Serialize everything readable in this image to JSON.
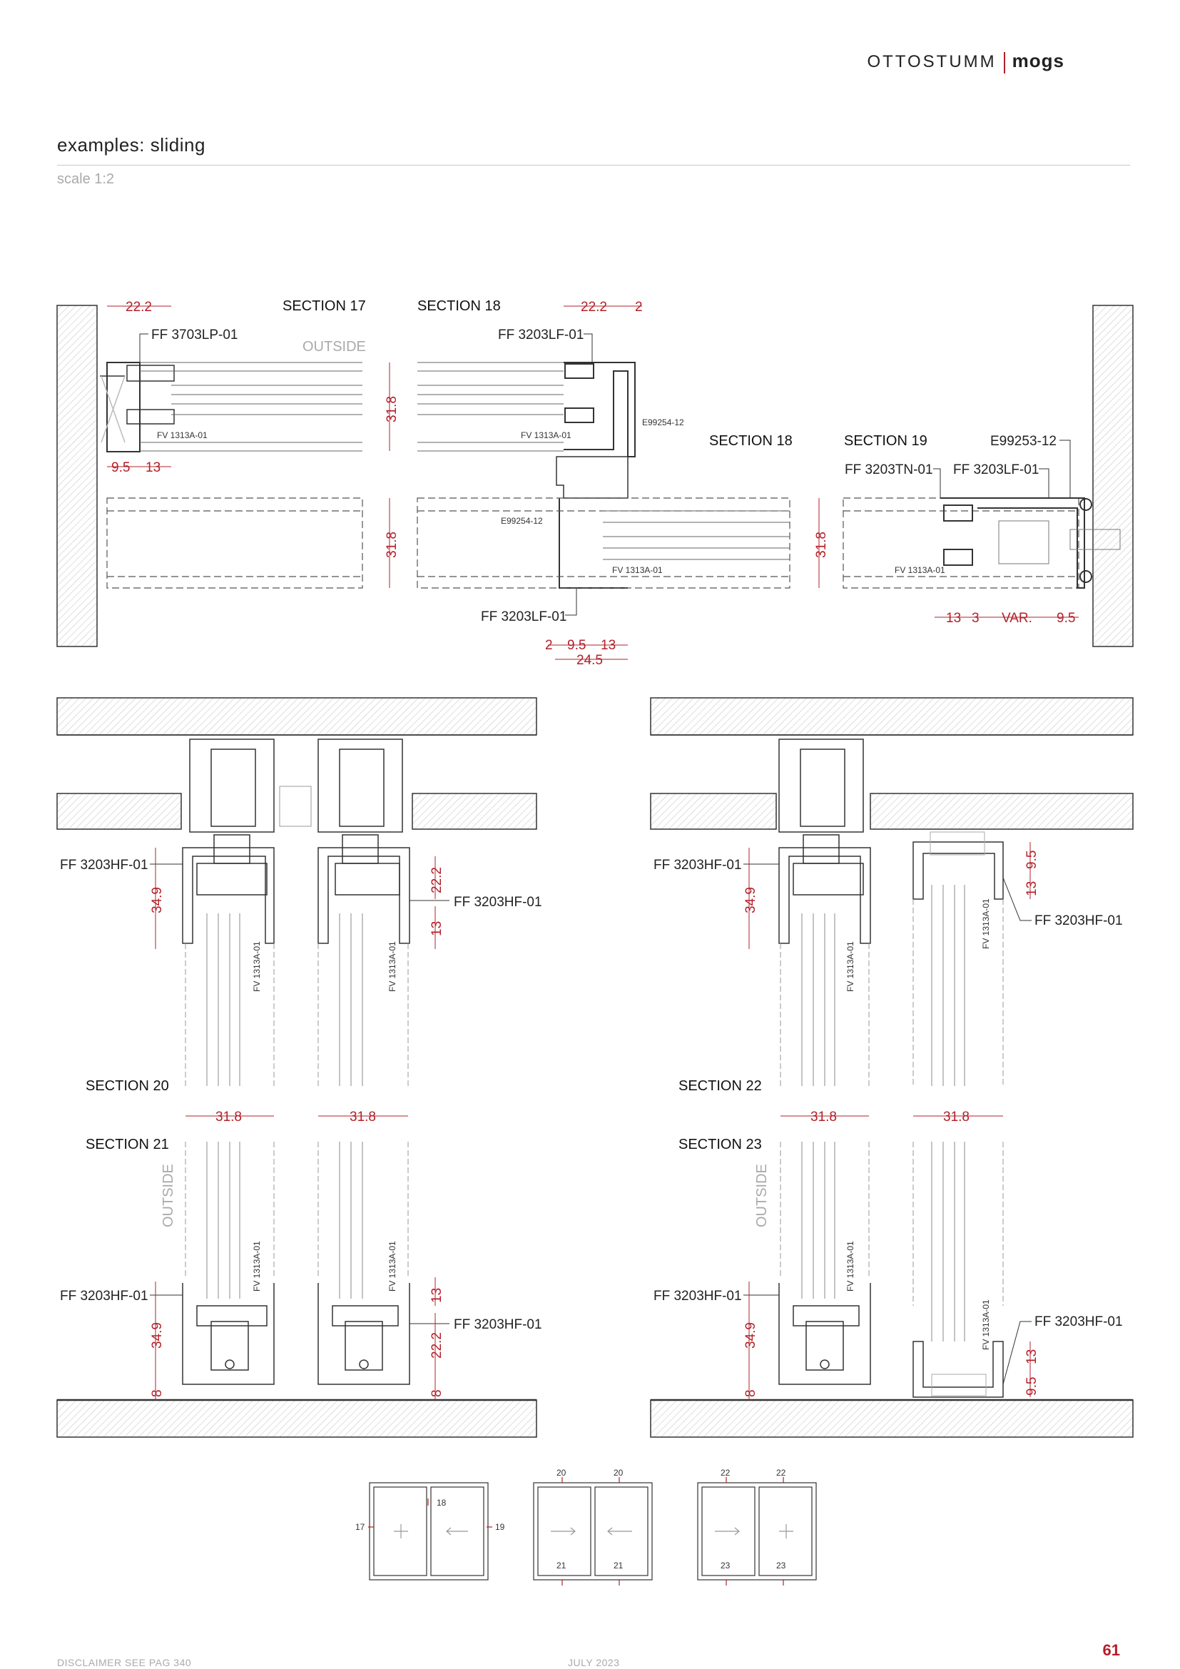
{
  "header": {
    "brand_left": "OTTOSTUMM",
    "brand_right": "mogs"
  },
  "page": {
    "title": "examples: sliding",
    "scale": "scale 1:2"
  },
  "sections": {
    "s17": "SECTION 17",
    "s18a": "SECTION 18",
    "s18b": "SECTION 18",
    "s19": "SECTION 19",
    "s20": "SECTION 20",
    "s21": "SECTION 21",
    "s22": "SECTION 22",
    "s23": "SECTION 23"
  },
  "labels": {
    "outside": "OUTSIDE",
    "ff3703lp": "FF 3703LP-01",
    "ff3203lf": "FF 3203LF-01",
    "ff3203tn": "FF 3203TN-01",
    "ff3203hf": "FF 3203HF-01",
    "fv1313a": "FV 1313A-01",
    "e99254": "E99254-12",
    "e99253": "E99253-12"
  },
  "dimensions": {
    "d22_2": "22.2",
    "d2": "2",
    "d9_5": "9.5",
    "d13": "13",
    "d31_8": "31.8",
    "d24_5": "24.5",
    "d34_9": "34.9",
    "d8": "8",
    "var": "VAR.",
    "d3": "3"
  },
  "keyplan": {
    "n17": "17",
    "n18": "18",
    "n19": "19",
    "n20": "20",
    "n21": "21",
    "n22": "22",
    "n23": "23"
  },
  "footer": {
    "disclaimer": "DISCLAIMER SEE PAG 340",
    "date": "JULY 2023",
    "page_number": "61"
  }
}
